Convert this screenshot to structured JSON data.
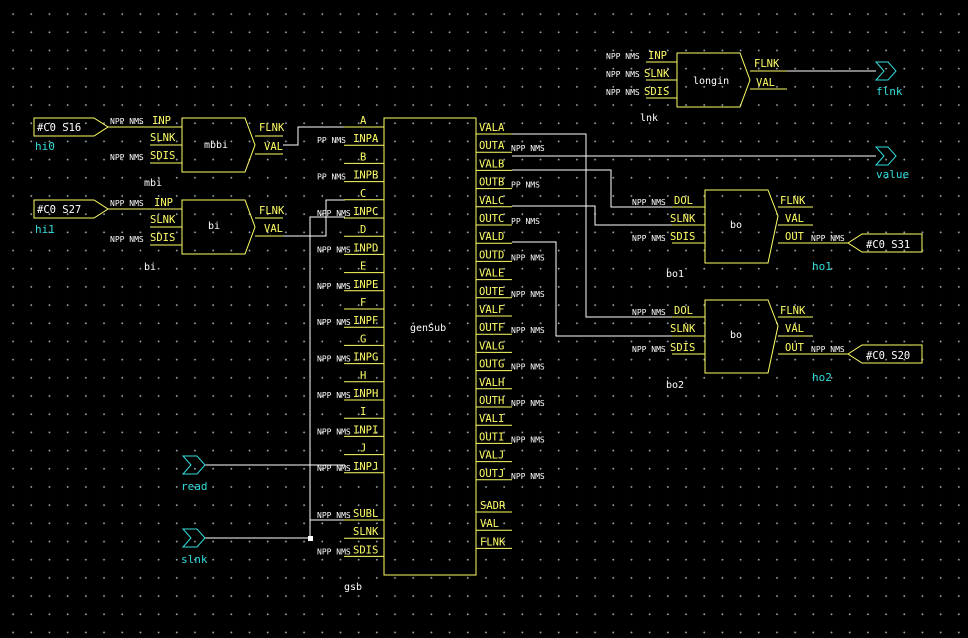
{
  "diagram": {
    "records": {
      "longin": {
        "type": "longin",
        "name": "lnk",
        "inputs": [
          "INP",
          "SLNK",
          "SDIS"
        ],
        "outputs": [
          "FLNK",
          "VAL"
        ],
        "annot": [
          "NPP NMS",
          "NPP NMS",
          "NPP NMS"
        ]
      },
      "mbbi": {
        "type": "mbbi",
        "name": "mbi",
        "inputs": [
          "INP",
          "SLNK",
          "SDIS"
        ],
        "outputs": [
          "FLNK",
          "VAL"
        ],
        "annot": [
          "NPP NMS",
          "NPP NMS"
        ]
      },
      "bi": {
        "type": "bi",
        "name": "bi",
        "inputs": [
          "INP",
          "SLNK",
          "SDIS"
        ],
        "outputs": [
          "FLNK",
          "VAL"
        ],
        "annot": [
          "NPP NMS",
          "NPP NMS"
        ]
      },
      "bo1": {
        "type": "bo",
        "name": "bo1",
        "inputs": [
          "DOL",
          "SLNK",
          "SDIS"
        ],
        "outputs": [
          "FLNK",
          "VAL",
          "OUT"
        ],
        "annot": [
          "NPP NMS",
          "NPP NMS"
        ],
        "out_annot": "NPP NMS"
      },
      "bo2": {
        "type": "bo",
        "name": "bo2",
        "inputs": [
          "DOL",
          "SLNK",
          "SDIS"
        ],
        "outputs": [
          "FLNK",
          "VAL",
          "OUT"
        ],
        "annot": [
          "NPP NMS",
          "NPP NMS"
        ],
        "out_annot": "NPP NMS"
      },
      "gensub": {
        "type": "genSub",
        "name": "gsb",
        "left_pins": [
          {
            "label": "A",
            "annot": ""
          },
          {
            "label": "INPA",
            "annot": "PP NMS"
          },
          {
            "label": "B",
            "annot": ""
          },
          {
            "label": "INPB",
            "annot": "PP NMS"
          },
          {
            "label": "C",
            "annot": ""
          },
          {
            "label": "INPC",
            "annot": "NPP NMS"
          },
          {
            "label": "D",
            "annot": ""
          },
          {
            "label": "INPD",
            "annot": "NPP NMS"
          },
          {
            "label": "E",
            "annot": ""
          },
          {
            "label": "INPE",
            "annot": "NPP NMS"
          },
          {
            "label": "F",
            "annot": ""
          },
          {
            "label": "INPF",
            "annot": "NPP NMS"
          },
          {
            "label": "G",
            "annot": ""
          },
          {
            "label": "INPG",
            "annot": "NPP NMS"
          },
          {
            "label": "H",
            "annot": ""
          },
          {
            "label": "INPH",
            "annot": "NPP NMS"
          },
          {
            "label": "I",
            "annot": ""
          },
          {
            "label": "INPI",
            "annot": "NPP NMS"
          },
          {
            "label": "J",
            "annot": ""
          },
          {
            "label": "INPJ",
            "annot": "NPP NMS"
          }
        ],
        "left_bottom": [
          {
            "label": "SUBL",
            "annot": "NPP NMS"
          },
          {
            "label": "SLNK",
            "annot": ""
          },
          {
            "label": "SDIS",
            "annot": "NPP NMS"
          }
        ],
        "right_pins": [
          {
            "label": "VALA",
            "annot": ""
          },
          {
            "label": "OUTA",
            "annot": "NPP NMS"
          },
          {
            "label": "VALB",
            "annot": ""
          },
          {
            "label": "OUTB",
            "annot": "PP NMS"
          },
          {
            "label": "VALC",
            "annot": ""
          },
          {
            "label": "OUTC",
            "annot": "PP NMS"
          },
          {
            "label": "VALD",
            "annot": ""
          },
          {
            "label": "OUTD",
            "annot": "NPP NMS"
          },
          {
            "label": "VALE",
            "annot": ""
          },
          {
            "label": "OUTE",
            "annot": "NPP NMS"
          },
          {
            "label": "VALF",
            "annot": ""
          },
          {
            "label": "OUTF",
            "annot": "NPP NMS"
          },
          {
            "label": "VALG",
            "annot": ""
          },
          {
            "label": "OUTG",
            "annot": "NPP NMS"
          },
          {
            "label": "VALH",
            "annot": ""
          },
          {
            "label": "OUTH",
            "annot": "NPP NMS"
          },
          {
            "label": "VALI",
            "annot": ""
          },
          {
            "label": "OUTI",
            "annot": "NPP NMS"
          },
          {
            "label": "VALJ",
            "annot": ""
          },
          {
            "label": "OUTJ",
            "annot": "NPP NMS"
          }
        ],
        "right_bottom": [
          {
            "label": "SADR"
          },
          {
            "label": "VAL"
          },
          {
            "label": "FLNK"
          }
        ]
      }
    },
    "ports": {
      "hi0": {
        "name": "hi0",
        "value": "#C0 S16"
      },
      "hi1": {
        "name": "hi1",
        "value": "#C0 S27"
      },
      "ho1": {
        "name": "ho1",
        "value": "#C0 S31"
      },
      "ho2": {
        "name": "ho2",
        "value": "#C0 S20"
      },
      "flnk": {
        "name": "flnk"
      },
      "value": {
        "name": "value"
      },
      "read": {
        "name": "read"
      },
      "slnk": {
        "name": "slnk"
      }
    },
    "colors": {
      "wire": "#ffffff",
      "symbol": "#ffff66",
      "port": "#33dddd",
      "background": "#000000"
    }
  }
}
